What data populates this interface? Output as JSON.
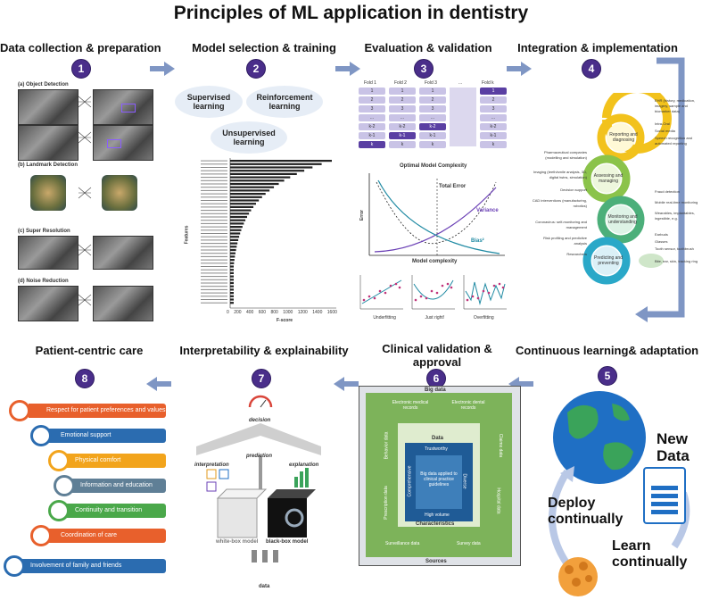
{
  "title": "Principles of ML application in dentistry",
  "stages": [
    {
      "num": "1",
      "label": "Data collection & preparation"
    },
    {
      "num": "2",
      "label": "Model selection & training"
    },
    {
      "num": "3",
      "label": "Evaluation & validation"
    },
    {
      "num": "4",
      "label": "Integration & implementation"
    },
    {
      "num": "5",
      "label": "Continuous learning& adaptation"
    },
    {
      "num": "6",
      "label": "Clinical validation & approval"
    },
    {
      "num": "7",
      "label": "Interpretability & explainability"
    },
    {
      "num": "8",
      "label": "Patient-centric care"
    }
  ],
  "stage1": {
    "tasks": [
      "(a) Object Detection",
      "(b) Landmark Detection",
      "(c) Super Resolution",
      "(d) Noise Reduction"
    ]
  },
  "stage2": {
    "bubbles": [
      "Supervised learning",
      "Reinforcement learning",
      "Unsupervised learning"
    ],
    "chart_ylabel": "Features",
    "chart_xlabel": "F-score",
    "chart_ticks": [
      "0",
      "200",
      "400",
      "600",
      "800",
      "1000",
      "1200",
      "1400",
      "1600"
    ]
  },
  "stage3": {
    "folds": [
      "Fold 1",
      "Fold 2",
      "Fold 3",
      "...",
      "Fold k"
    ],
    "rows": [
      "1",
      "2",
      "3",
      "...",
      "k-2",
      "k-1",
      "k"
    ],
    "complexity_title": "Optimal Model Complexity",
    "total_error": "Total Error",
    "variance": "Variance",
    "bias": "Bias²",
    "error_axis": "Error",
    "complexity_axis": "Model complexity",
    "fits": [
      "Underfitting",
      "Just right!",
      "Overfitting"
    ]
  },
  "stage4": {
    "cycle": [
      "Reporting and diagnosing",
      "Assessing and managing",
      "Monitoring and understanding",
      "Predicting and preventing"
    ],
    "left_items": [
      "Pharmaceutical companies (modelling and simulation)",
      "Imaging (teeth/smile analysis, 3D, digital twins, simulation)",
      "Decision support",
      "CAD interventions (manufacturing, robotics)",
      "Coronavirus: self-monitoring and management",
      "Risk profiling and predictive analysis",
      "Researchers"
    ],
    "right_items": [
      "EHR (history, medication, imagery, sample and biomarker data)",
      "Intra-Oral",
      "Social media",
      "Speech recognition and automated reporting",
      "Fraud detection",
      "Mobile real-time monitoring",
      "Wearables, implantables, ingestible, e.g.",
      "Earbuds",
      "Glasses",
      "Tooth sensor, toothbrush",
      "Bite, ear, skin, tracking ring"
    ]
  },
  "stage5": {
    "new_data": "New Data",
    "deploy": "Deploy continually",
    "learn": "Learn continually"
  },
  "stage6": {
    "big_data": "Big data",
    "sources": "Sources",
    "data": "Data",
    "characteristics": "Characteristics",
    "outer_top": [
      "Electronic medical records",
      "Electronic dental records"
    ],
    "outer_left": [
      "Behavior data",
      "Prescription data"
    ],
    "outer_right": [
      "Claims data",
      "Hospital data"
    ],
    "outer_bottom": [
      "Surveillance data",
      "Survey data"
    ],
    "inner": [
      "Trustworthy",
      "Diverse",
      "High volume",
      "Comprehensive"
    ],
    "center": "Big data applied to clinical practice guidelines"
  },
  "stage7": {
    "decision": "decision",
    "prediction": "prediction",
    "interpretation": "interpretation",
    "explanation": "explanation",
    "white_box": "white-box model",
    "black_box": "black-box model",
    "data": "data"
  },
  "stage8": {
    "items": [
      {
        "label": "Respect for patient preferences and values",
        "color": "#e8602c"
      },
      {
        "label": "Emotional support",
        "color": "#2b6cb0"
      },
      {
        "label": "Physical comfort",
        "color": "#f2a41c"
      },
      {
        "label": "Information and education",
        "color": "#5f7f96"
      },
      {
        "label": "Continuity and transition",
        "color": "#4aa84a"
      },
      {
        "label": "Coordination of care",
        "color": "#e8602c"
      },
      {
        "label": "Involvement of family and friends",
        "color": "#2b6cb0"
      }
    ]
  }
}
